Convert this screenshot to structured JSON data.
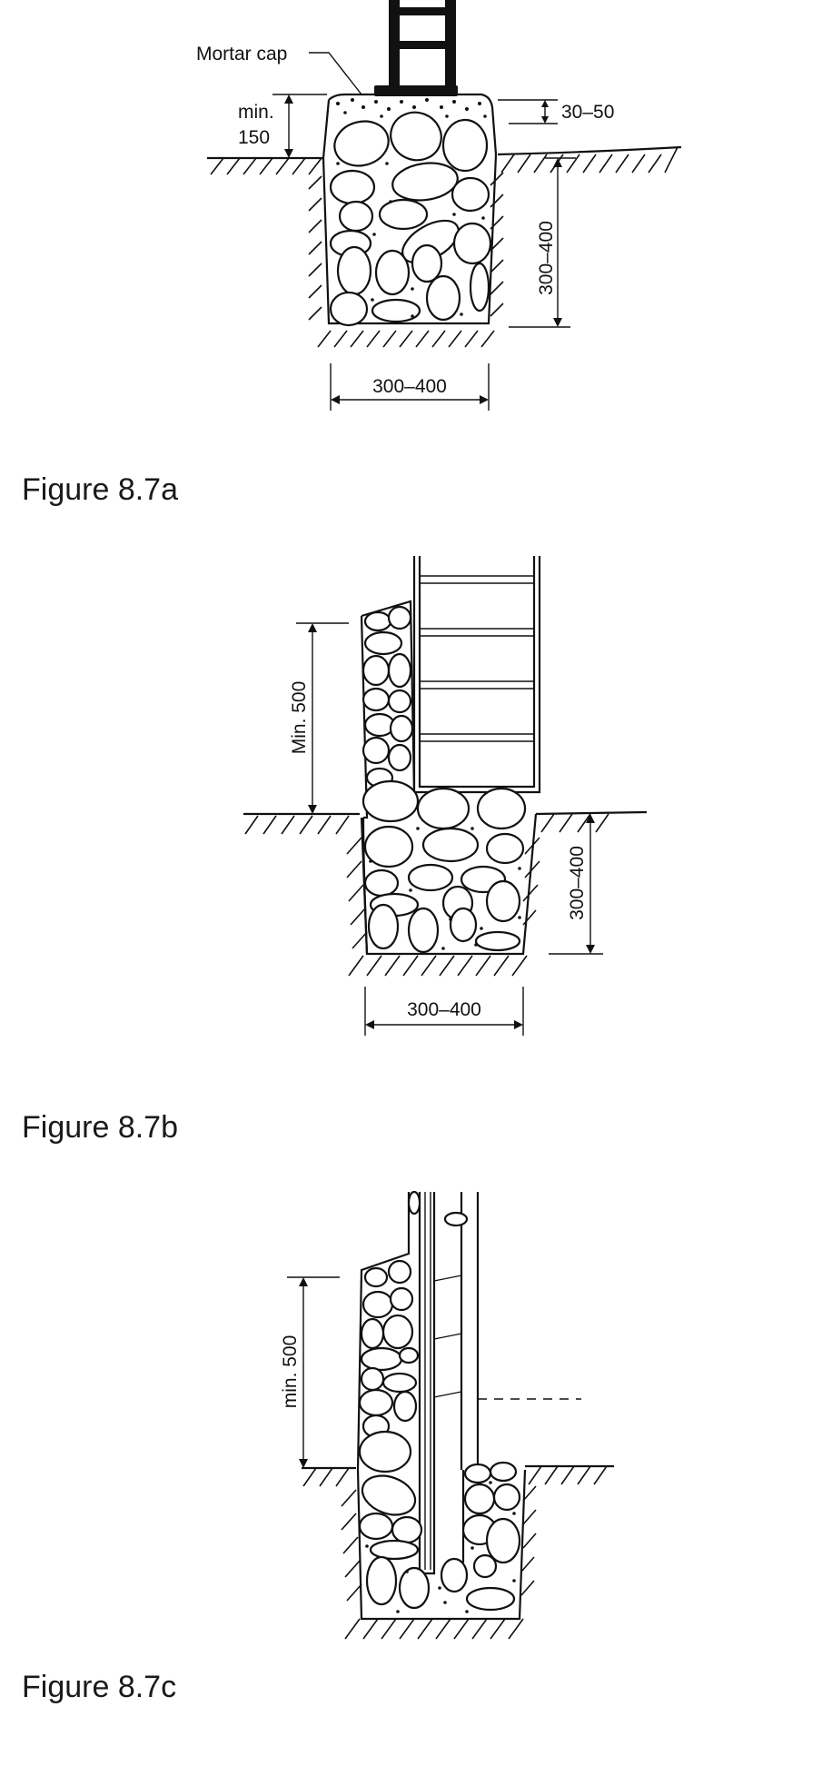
{
  "figure_a": {
    "caption": "Figure 8.7a",
    "label_mortar_cap": "Mortar cap",
    "label_min": "min.",
    "label_150": "150",
    "label_cap_thickness": "30–50",
    "label_depth": "300–400",
    "label_width": "300–400"
  },
  "figure_b": {
    "caption": "Figure 8.7b",
    "label_height": "Min. 500",
    "label_depth": "300–400",
    "label_width": "300–400"
  },
  "figure_c": {
    "caption": "Figure 8.7c",
    "label_height": "min. 500"
  }
}
